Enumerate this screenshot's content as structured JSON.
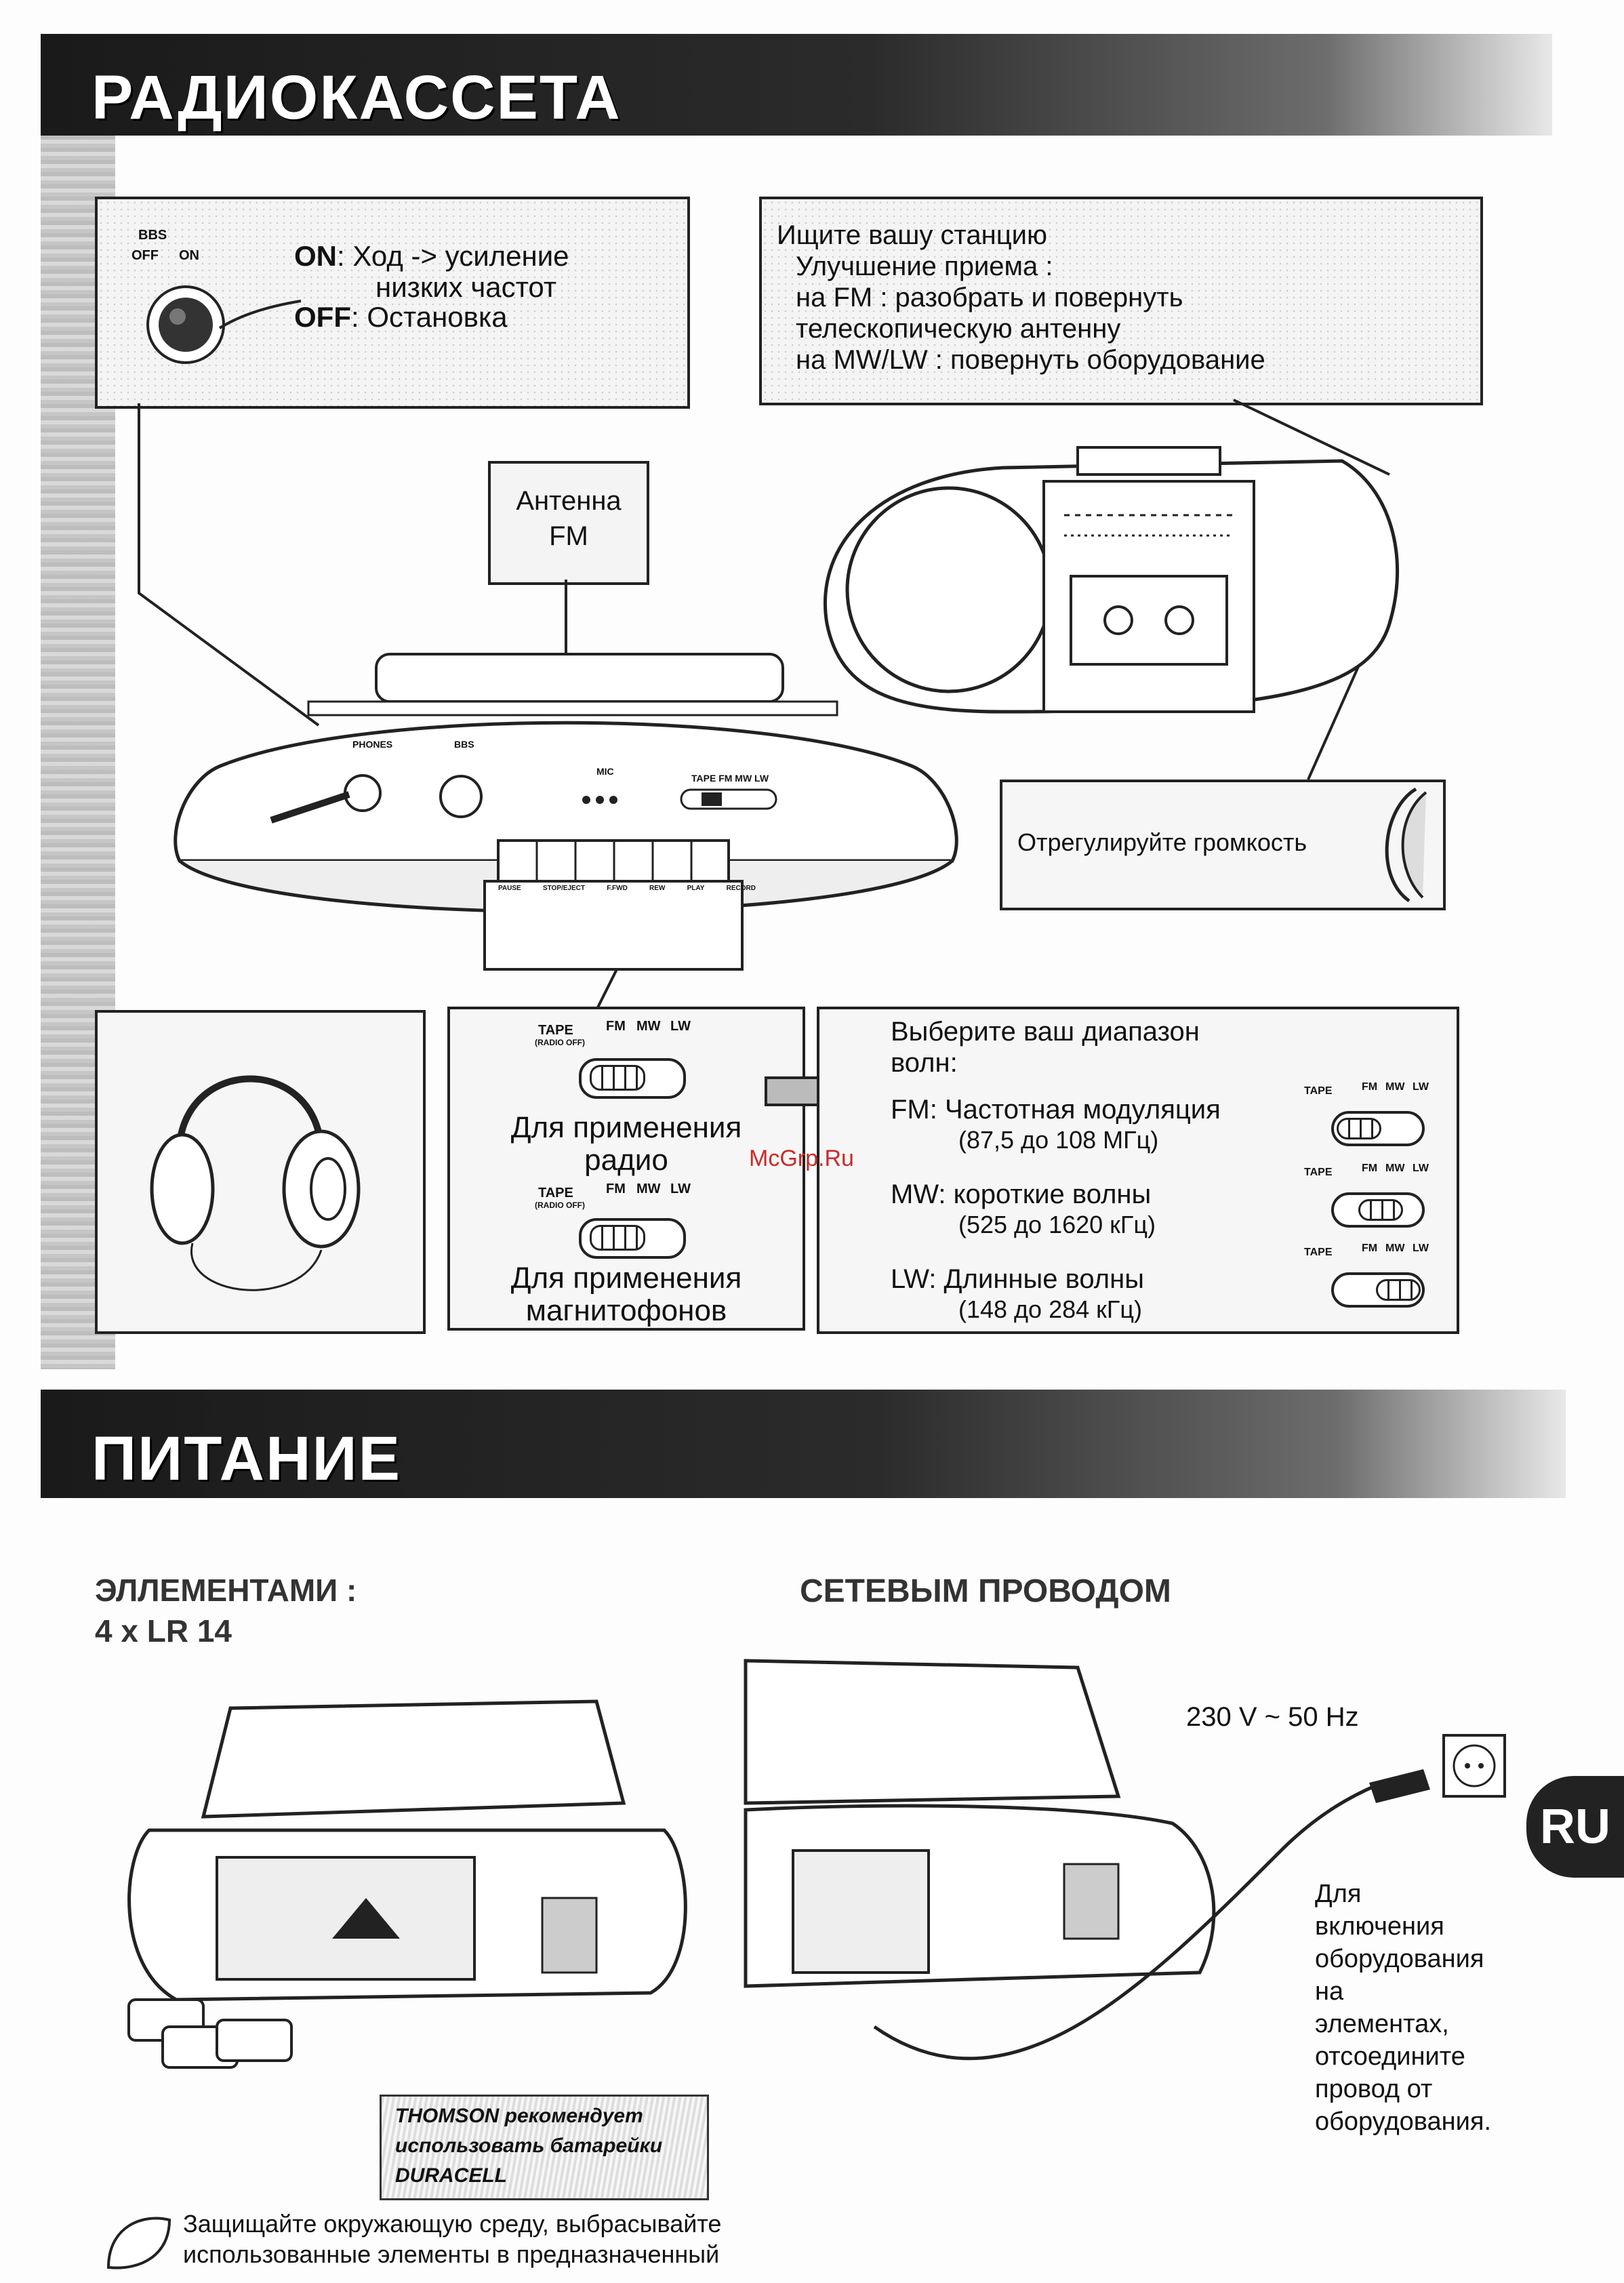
{
  "sections": {
    "radio_title": "РАДИОКАССЕТА",
    "power_title": "ПИТАНИЕ"
  },
  "bbs": {
    "switch_title": "BBS",
    "switch_off": "OFF",
    "switch_on": "ON",
    "on_key": "ON",
    "on_text_1": ": Ход -> усиление",
    "on_text_2": "низких частот",
    "off_key": "OFF",
    "off_text": ": Остановка"
  },
  "tuning": {
    "line1": "Ищите вашу станцию",
    "line2": "Улучшение приема :",
    "line3": "на FM : разобрать и повернуть",
    "line4": "телескопическую антенну",
    "line5": "на MW/LW : повернуть оборудование"
  },
  "antenna": {
    "line1": "Антенна",
    "line2": "FM"
  },
  "volume_note": "Отрегулируйте громкость",
  "device_labels": {
    "phones": "PHONES",
    "bbs": "BBS",
    "mic": "MIC",
    "band": "TAPE FM MW LW",
    "buttons": [
      "PAUSE",
      "STOP/EJECT",
      "F.FWD",
      "REW",
      "PLAY",
      "RECORD"
    ]
  },
  "mode_box": {
    "switch_tape": "TAPE",
    "switch_radio_off": "(RADIO OFF)",
    "switch_fm": "FM",
    "switch_mw": "MW",
    "switch_lw": "LW",
    "radio_1": "Для применения",
    "radio_2": "радио",
    "tape_1": "Для применения",
    "tape_2": "магнитофонов"
  },
  "bands": {
    "intro_1": "Выберите ваш диапазон",
    "intro_2": "волн:",
    "fm_key": "FM",
    "fm_text": ": Частотная модуляция",
    "fm_range": "(87,5 до 108 МГц)",
    "mw_key": "MW",
    "mw_text": ": короткие волны",
    "mw_range": "(525 до 1620 кГц)",
    "lw_key": "LW",
    "lw_text": ": Длинные волны",
    "lw_range": "(148 до 284 кГц)"
  },
  "watermark": "McGrp.Ru",
  "power": {
    "batteries_1": "ЭЛЛЕМЕНТАМИ :",
    "batteries_2": "4 x LR 14",
    "mains": "СЕТЕВЫМ ПРОВОДОМ",
    "voltage": "230 V ~ 50 Hz",
    "note": [
      "Для",
      "включения",
      "оборудования",
      "на",
      "элементах,",
      "отсоедините",
      "провод от",
      "оборудования."
    ],
    "duracell_1": "THOMSON рекомендует",
    "duracell_2": "использовать батарейки",
    "duracell_3": "DURACELL",
    "eco_1": "Защищайте окружающую среду, выбрасывайте",
    "eco_2": "использованные элементы в предназначенный"
  },
  "lang_badge": "RU",
  "colors": {
    "ink": "#111111",
    "banner": "#1a1a1a",
    "panel": "#f2f2f2"
  }
}
